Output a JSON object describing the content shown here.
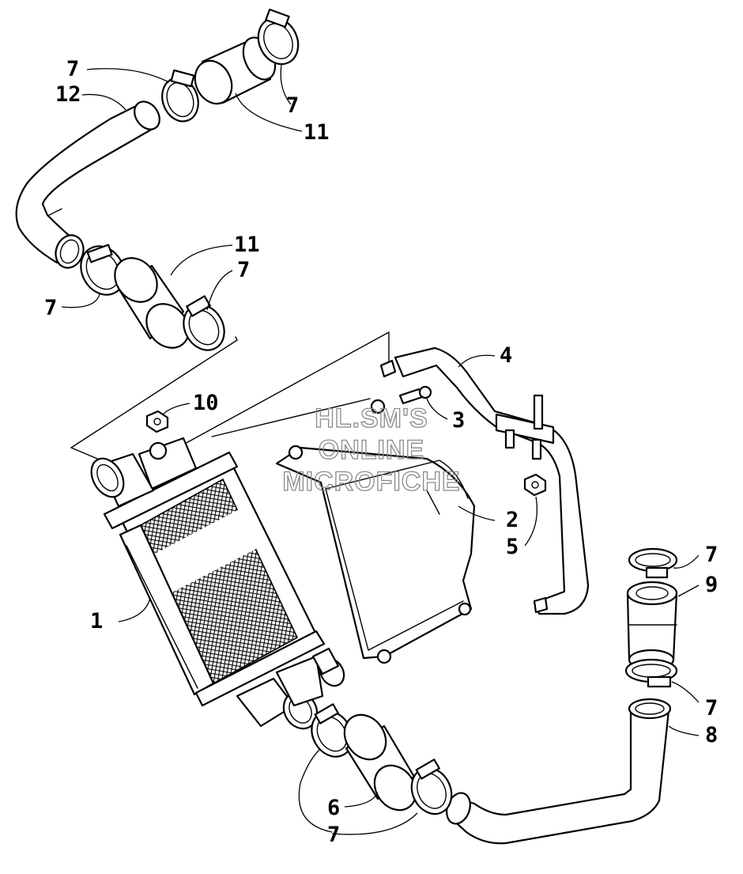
{
  "watermark": {
    "line1": "HL.SM'S",
    "line2": "ONLINE",
    "line3": "MICROFICHE"
  },
  "labels": {
    "l7a": "7",
    "l12": "12",
    "l7b": "7",
    "l11a": "11",
    "l11b": "11",
    "l7c": "7",
    "l7d": "7",
    "l4": "4",
    "l10": "10",
    "l3": "3",
    "l2": "2",
    "l5": "5",
    "l1": "1",
    "l7e": "7",
    "l9": "9",
    "l7f": "7",
    "l8": "8",
    "l6": "6",
    "l7g": "7"
  },
  "colors": {
    "line": "#000000",
    "background": "#ffffff",
    "watermark": "#8a8a8a"
  }
}
